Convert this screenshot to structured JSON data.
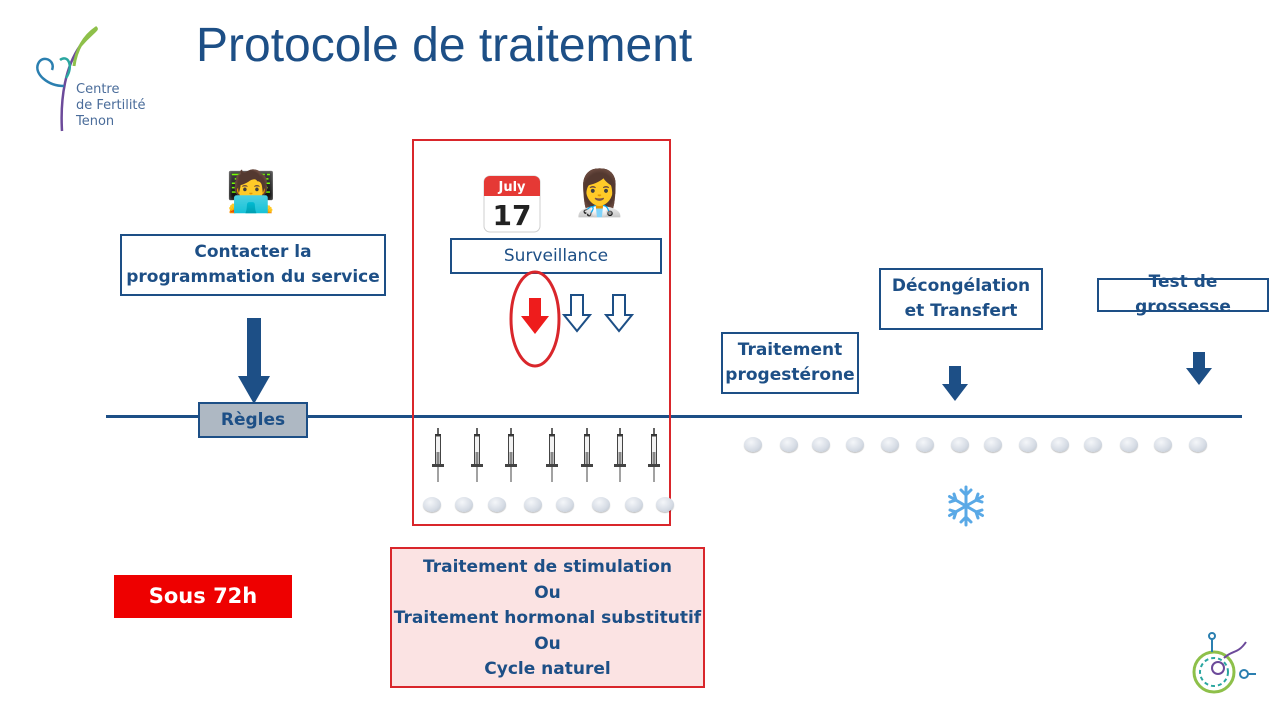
{
  "title": "Protocole de traitement",
  "logo": {
    "lines": [
      "Centre",
      "de Fertilité",
      "Tenon"
    ]
  },
  "boxes": {
    "contact": [
      "Contacter la",
      "programmation du service"
    ],
    "regles": "Règles",
    "surveillance": "Surveillance",
    "progesterone": [
      "Traitement",
      "progestérone"
    ],
    "decongelation": [
      "Décongélation",
      "et Transfert"
    ],
    "test": "Test de grossesse",
    "sous72": "Sous 72h",
    "stimulation": [
      "Traitement de stimulation",
      "Ou",
      "Traitement hormonal substitutif",
      "Ou",
      "Cycle naturel"
    ]
  },
  "calendar": {
    "month": "July",
    "day": "17"
  },
  "icons": [
    "person-laptop-icon",
    "calendar-icon",
    "doctor-icon",
    "syringe-icon",
    "pill-icon",
    "snowflake-icon",
    "arrow-down-icon",
    "hollow-arrow-down-icon",
    "fertility-logo-icon",
    "embryo-icon"
  ],
  "colors": {
    "primary": "#1d4f86",
    "red": "#d9262b",
    "alert": "#ee0000",
    "pink_fill": "#fbe3e3",
    "grey_box": "#aeb8c3"
  }
}
